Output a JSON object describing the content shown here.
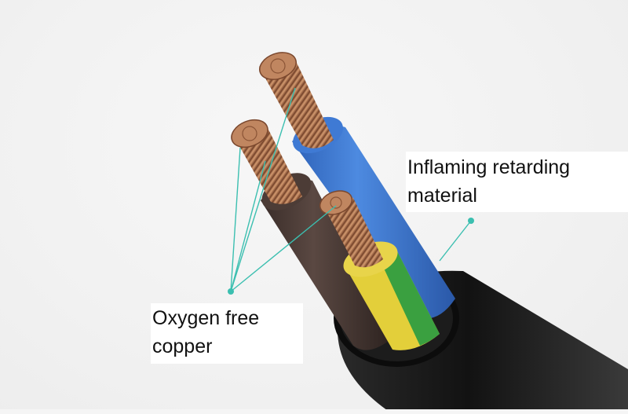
{
  "image": {
    "subject": "cable-cross-section",
    "colors": {
      "background": "#f1f1f1",
      "accent_teal": "#3bbfb0",
      "jacket": "#1a1a1a",
      "core_blue": "#3a78d0",
      "core_brown": "#4a3a35",
      "core_yellow": "#e8d23a",
      "core_green": "#3aa040",
      "copper": "#b8784e"
    }
  },
  "callouts": {
    "inflaming": {
      "line1": "Inflaming retarding",
      "line2": "material"
    },
    "copper": {
      "line1": "Oxygen free",
      "line2": "copper"
    }
  }
}
